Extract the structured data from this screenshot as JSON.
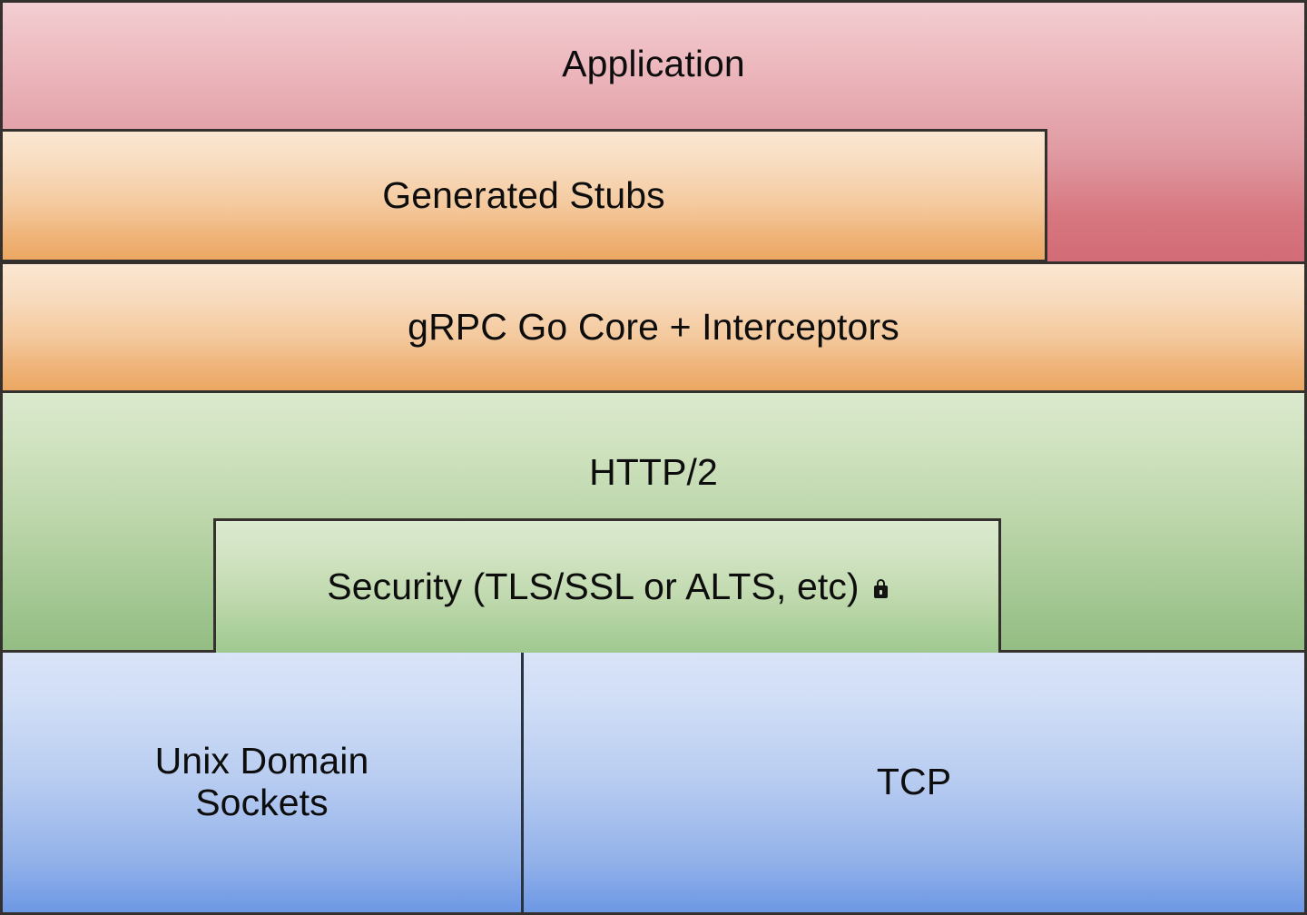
{
  "diagram": {
    "title": "gRPC Go stack layers",
    "type": "layered-stack",
    "layers": [
      {
        "id": "application",
        "label": "Application",
        "color_top": "#f3ced2",
        "color_bottom": "#d26b76"
      },
      {
        "id": "generated-stubs",
        "label": "Generated Stubs",
        "color_top": "#fbe7d2",
        "color_bottom": "#eca762"
      },
      {
        "id": "grpc-core",
        "label": "gRPC Go Core + Interceptors",
        "color_top": "#fbe7d2",
        "color_bottom": "#eca762"
      },
      {
        "id": "http2",
        "label": "HTTP/2",
        "color_top": "#dbe9cd",
        "color_bottom": "#93bd83"
      },
      {
        "id": "security",
        "label": "Security (TLS/SSL or ALTS, etc)",
        "icon": "lock-icon",
        "color_top": "#dcead0",
        "color_bottom": "#a0c891"
      },
      {
        "id": "unix-domain-sockets",
        "label": "Unix Domain\nSockets",
        "color_top": "#dae4f8",
        "color_bottom": "#6d98e4"
      },
      {
        "id": "tcp",
        "label": "TCP",
        "color_top": "#dae4f8",
        "color_bottom": "#6d98e4"
      }
    ],
    "border_color": "#33302e"
  }
}
